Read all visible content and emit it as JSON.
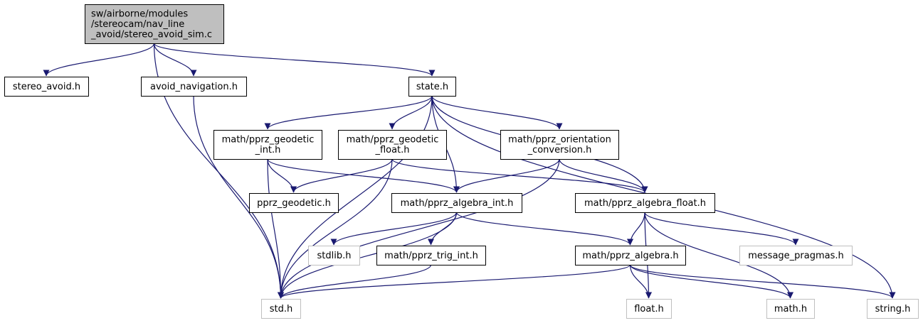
{
  "graph": {
    "colors": {
      "edge": "#191970",
      "root_fill": "#bfbfbf",
      "node_border": "#000000",
      "external_border": "#bfbfbf"
    },
    "nodes": [
      {
        "id": "root",
        "kind": "root",
        "lines": [
          "sw/airborne/modules",
          "/stereocam/nav_line",
          "_avoid/stereo_avoid_sim.c"
        ]
      },
      {
        "id": "stereo_avoid",
        "kind": "file",
        "lines": [
          "stereo_avoid.h"
        ]
      },
      {
        "id": "avoid_navigation",
        "kind": "file",
        "lines": [
          "avoid_navigation.h"
        ]
      },
      {
        "id": "state",
        "kind": "file",
        "lines": [
          "state.h"
        ]
      },
      {
        "id": "geodetic_int",
        "kind": "file",
        "lines": [
          "math/pprz_geodetic",
          "_int.h"
        ]
      },
      {
        "id": "geodetic_float",
        "kind": "file",
        "lines": [
          "math/pprz_geodetic",
          "_float.h"
        ]
      },
      {
        "id": "orientation_conversion",
        "kind": "file",
        "lines": [
          "math/pprz_orientation",
          "_conversion.h"
        ]
      },
      {
        "id": "pprz_geodetic",
        "kind": "file",
        "lines": [
          "pprz_geodetic.h"
        ]
      },
      {
        "id": "algebra_int",
        "kind": "file",
        "lines": [
          "math/pprz_algebra_int.h"
        ]
      },
      {
        "id": "algebra_float",
        "kind": "file",
        "lines": [
          "math/pprz_algebra_float.h"
        ]
      },
      {
        "id": "stdlib",
        "kind": "external",
        "lines": [
          "stdlib.h"
        ]
      },
      {
        "id": "trig_int",
        "kind": "file",
        "lines": [
          "math/pprz_trig_int.h"
        ]
      },
      {
        "id": "algebra",
        "kind": "file",
        "lines": [
          "math/pprz_algebra.h"
        ]
      },
      {
        "id": "message_pragmas",
        "kind": "external",
        "lines": [
          "message_pragmas.h"
        ]
      },
      {
        "id": "std",
        "kind": "external",
        "lines": [
          "std.h"
        ]
      },
      {
        "id": "float",
        "kind": "external",
        "lines": [
          "float.h"
        ]
      },
      {
        "id": "math",
        "kind": "external",
        "lines": [
          "math.h"
        ]
      },
      {
        "id": "string",
        "kind": "external",
        "lines": [
          "string.h"
        ]
      }
    ],
    "edges": [
      {
        "from": "root",
        "to": "stereo_avoid"
      },
      {
        "from": "root",
        "to": "avoid_navigation"
      },
      {
        "from": "root",
        "to": "state"
      },
      {
        "from": "root",
        "to": "std"
      },
      {
        "from": "avoid_navigation",
        "to": "std"
      },
      {
        "from": "state",
        "to": "std"
      },
      {
        "from": "state",
        "to": "geodetic_int"
      },
      {
        "from": "state",
        "to": "geodetic_float"
      },
      {
        "from": "state",
        "to": "orientation_conversion"
      },
      {
        "from": "state",
        "to": "algebra_int"
      },
      {
        "from": "state",
        "to": "algebra_float"
      },
      {
        "from": "state",
        "to": "string"
      },
      {
        "from": "geodetic_int",
        "to": "pprz_geodetic"
      },
      {
        "from": "geodetic_int",
        "to": "algebra_int"
      },
      {
        "from": "geodetic_int",
        "to": "std"
      },
      {
        "from": "geodetic_float",
        "to": "pprz_geodetic"
      },
      {
        "from": "geodetic_float",
        "to": "algebra_float"
      },
      {
        "from": "geodetic_float",
        "to": "std"
      },
      {
        "from": "orientation_conversion",
        "to": "algebra_int"
      },
      {
        "from": "orientation_conversion",
        "to": "algebra_float"
      },
      {
        "from": "orientation_conversion",
        "to": "std"
      },
      {
        "from": "algebra_int",
        "to": "stdlib"
      },
      {
        "from": "algebra_int",
        "to": "trig_int"
      },
      {
        "from": "algebra_int",
        "to": "algebra"
      },
      {
        "from": "algebra_int",
        "to": "std"
      },
      {
        "from": "trig_int",
        "to": "std"
      },
      {
        "from": "algebra_float",
        "to": "algebra"
      },
      {
        "from": "algebra_float",
        "to": "message_pragmas"
      },
      {
        "from": "algebra_float",
        "to": "float"
      },
      {
        "from": "algebra_float",
        "to": "math"
      },
      {
        "from": "algebra",
        "to": "std"
      },
      {
        "from": "algebra",
        "to": "float"
      },
      {
        "from": "algebra",
        "to": "math"
      },
      {
        "from": "algebra",
        "to": "string"
      }
    ]
  }
}
